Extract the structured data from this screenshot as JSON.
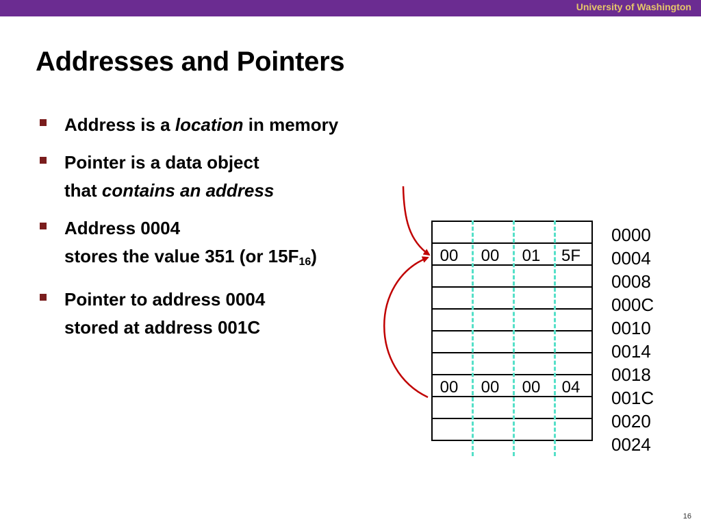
{
  "header": {
    "org": "University of Washington"
  },
  "slide": {
    "title": "Addresses and Pointers",
    "page_number": "16"
  },
  "bullets": [
    {
      "parts": [
        {
          "t": "Address is a "
        },
        {
          "t": "location",
          "i": true
        },
        {
          "t": " in memory"
        }
      ]
    },
    {
      "parts": [
        {
          "t": "Pointer is a data object"
        },
        {
          "br": true
        },
        {
          "t": "that "
        },
        {
          "t": "contains an address",
          "i": true
        }
      ]
    },
    {
      "parts": [
        {
          "t": "Address 0004"
        },
        {
          "br": true
        },
        {
          "t": "stores the value 351 (or 15F"
        },
        {
          "t": "16",
          "sub": true
        },
        {
          "t": ")"
        }
      ]
    },
    {
      "parts": [
        {
          "t": "Pointer to address 0004"
        },
        {
          "br": true
        },
        {
          "t": "stored at address 001C"
        }
      ]
    }
  ],
  "memory": {
    "rows": [
      {
        "address": "0000",
        "bytes": [
          "",
          "",
          "",
          ""
        ]
      },
      {
        "address": "0004",
        "bytes": [
          "00",
          "00",
          "01",
          "5F"
        ]
      },
      {
        "address": "0008",
        "bytes": [
          "",
          "",
          "",
          ""
        ]
      },
      {
        "address": "000C",
        "bytes": [
          "",
          "",
          "",
          ""
        ]
      },
      {
        "address": "0010",
        "bytes": [
          "",
          "",
          "",
          ""
        ]
      },
      {
        "address": "0014",
        "bytes": [
          "",
          "",
          "",
          ""
        ]
      },
      {
        "address": "0018",
        "bytes": [
          "",
          "",
          "",
          ""
        ]
      },
      {
        "address": "001C",
        "bytes": [
          "00",
          "00",
          "00",
          "04"
        ]
      },
      {
        "address": "0020",
        "bytes": [
          "",
          "",
          "",
          ""
        ]
      },
      {
        "address": "0024",
        "bytes": [
          "",
          "",
          "",
          ""
        ]
      }
    ],
    "divider_color": "#54e0c8",
    "arrow_color": "#c00000"
  }
}
